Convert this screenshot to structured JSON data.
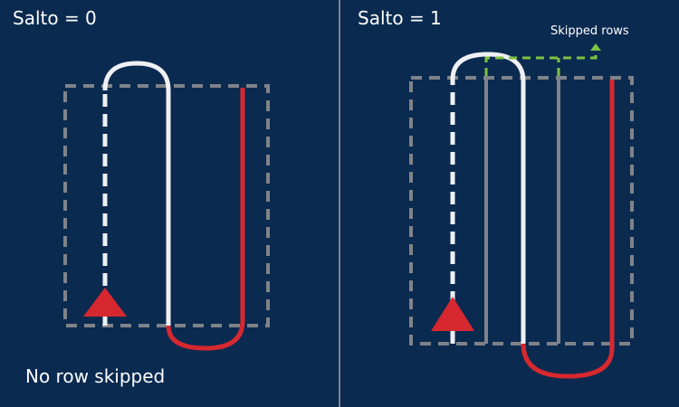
{
  "left_panel": {
    "title": "Salto = 0",
    "caption": "No row skipped"
  },
  "right_panel": {
    "title": "Salto = 1",
    "annotation": "Skipped rows"
  },
  "colors": {
    "background": "#0b2a50",
    "path_white": "#eef0f3",
    "path_red": "#d7282f",
    "dashed_gray": "#7f8389",
    "skip_green": "#7dc242"
  }
}
